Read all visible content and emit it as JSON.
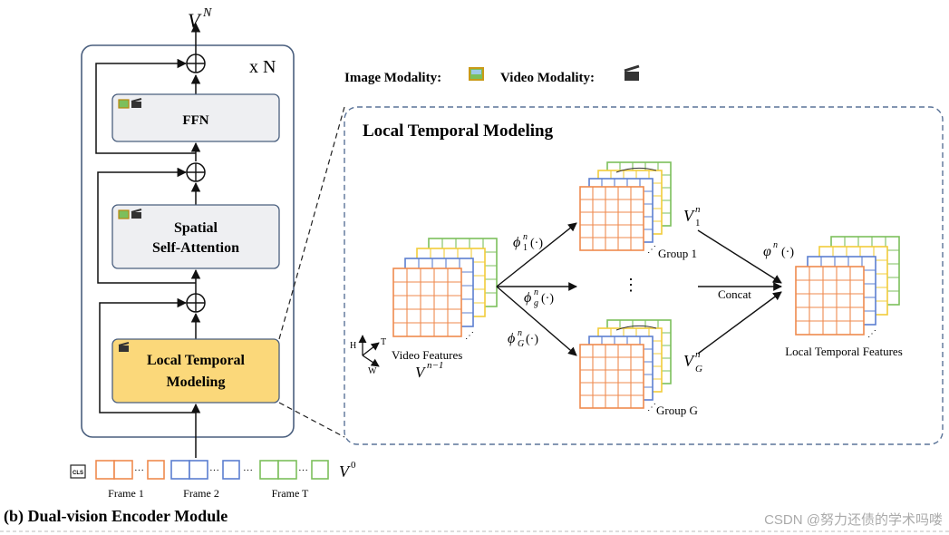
{
  "encoder": {
    "output_symbol": "V",
    "output_sup": "N",
    "repeat_label": "x N",
    "ffn_label": "FFN",
    "ssa_line1": "Spatial",
    "ssa_line2": "Self-Attention",
    "ltm_line1": "Local Temporal",
    "ltm_line2": "Modeling",
    "ltm_fill": "#fbd87a"
  },
  "legend": {
    "image_label": "Image Modality:",
    "video_label": "Video Modality:"
  },
  "ltm_panel": {
    "title": "Local Temporal Modeling",
    "input_label": "Video Features",
    "input_symbol": "V",
    "input_sup": "n−1",
    "axis_h": "H",
    "axis_t": "T",
    "axis_w": "W",
    "phi1_base": "ϕ",
    "phi1_sup": "n",
    "phi1_sub": "1",
    "phig_base": "ϕ",
    "phig_sup": "n",
    "phig_sub": "g",
    "phiG_base": "ϕ",
    "phiG_sup": "n",
    "phiG_sub": "G",
    "arg": "(·)",
    "vdots": "⋮",
    "group1_label": "Group 1",
    "groupG_label": "Group G",
    "v1_symbol": "V",
    "v1_sup": "n",
    "v1_sub": "1",
    "vG_symbol": "V",
    "vG_sup": "n",
    "vG_sub": "G",
    "varphi_base": "φ",
    "varphi_sup": "n",
    "concat_label": "Concat",
    "output_label": "Local Temporal Features"
  },
  "frames": {
    "cls_label": "CLS",
    "frame1": "Frame 1",
    "frame2": "Frame 2",
    "frameT": "Frame T",
    "v0_symbol": "V",
    "v0_sup": "0",
    "ellipsis": "···"
  },
  "caption": "(b) Dual-vision Encoder Module",
  "watermark": "CSDN @努力还债的学术吗喽",
  "colors": {
    "orange": "#ef8a4e",
    "blue": "#5b7fd0",
    "yellow": "#f2cc3a",
    "green": "#7cbf5c",
    "box_border": "#4a5f7e",
    "panel_border": "#5a7398"
  }
}
